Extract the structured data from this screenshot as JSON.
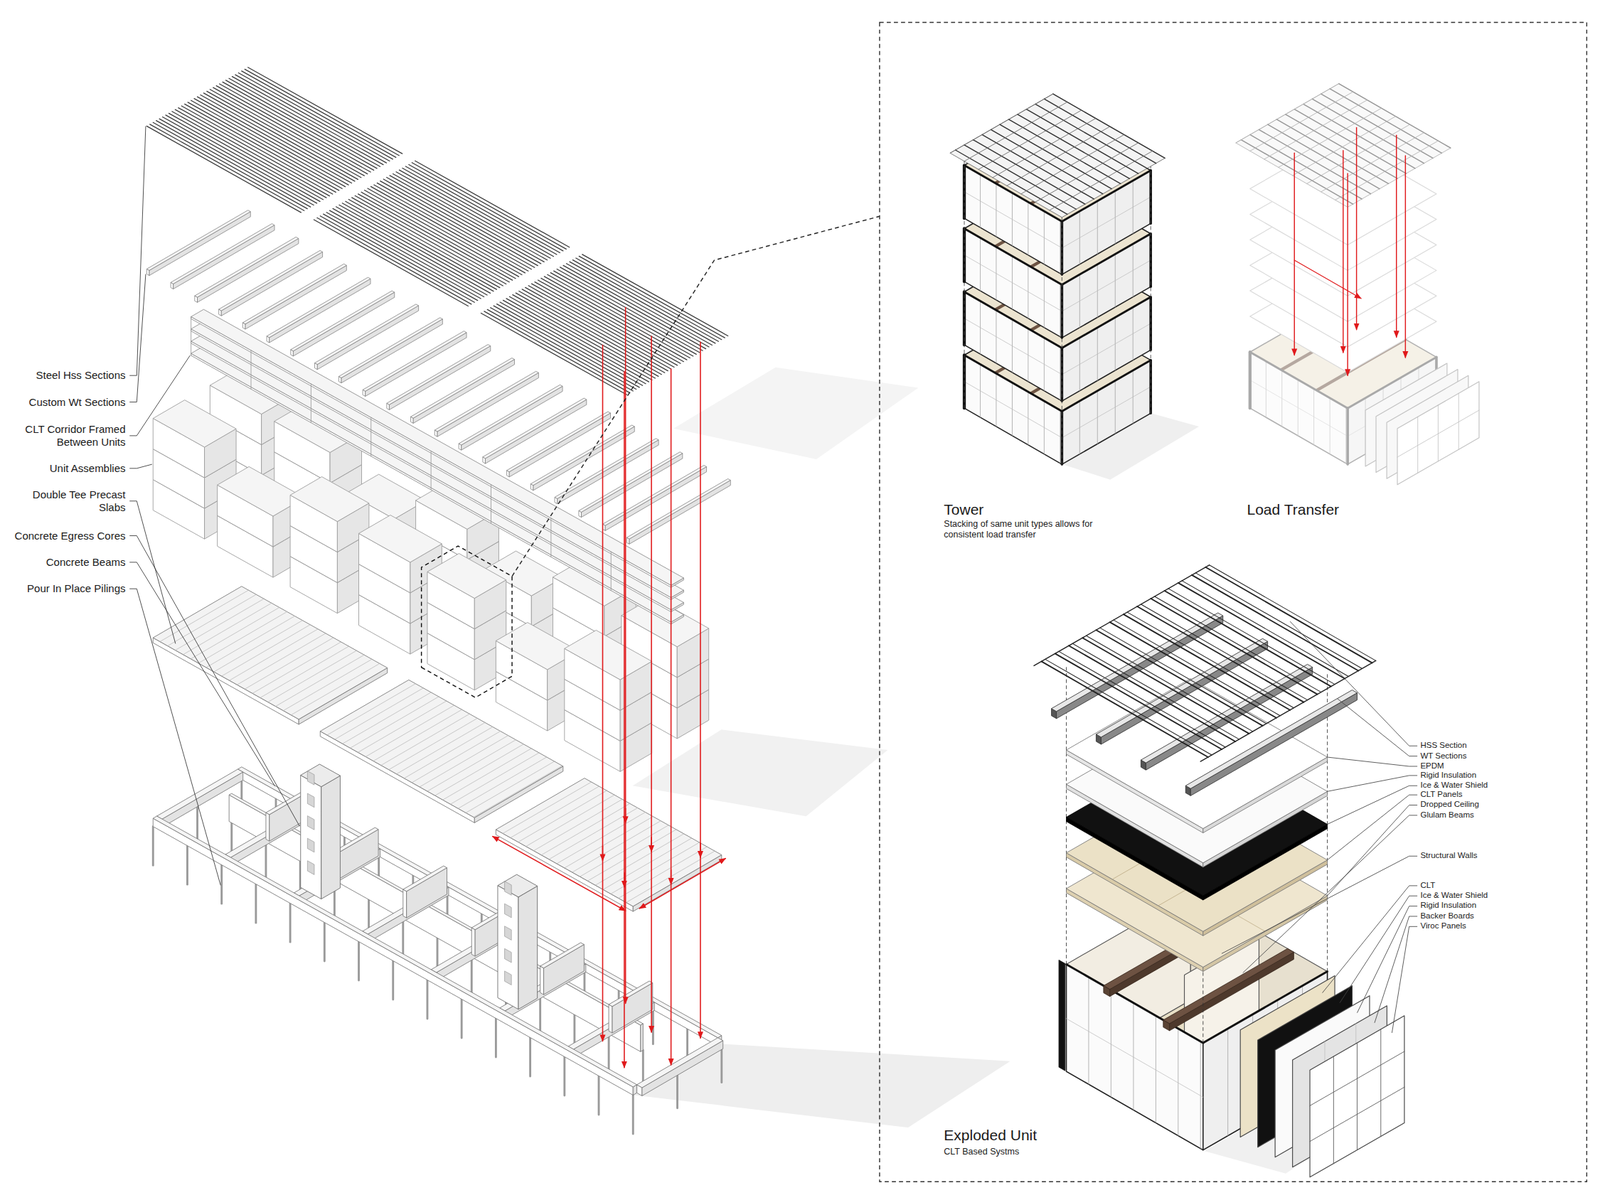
{
  "diagram": {
    "labels": [
      "Steel Hss Sections",
      "Custom Wt Sections",
      "CLT Corridor Framed Between Units",
      "Unit Assemblies",
      "Double Tee Precast Slabs",
      "Concrete Egress Cores",
      "Concrete Beams",
      "Pour In Place Pilings",
      "Tower",
      "Stacking of same unit types allows for consistent load transfer",
      "Load Transfer",
      "HSS Section",
      "WT Sections",
      "EPDM",
      "Rigid Insulation",
      "Ice & Water Shield",
      "CLT Panels",
      "Dropped Ceiling",
      "Glulam Beams",
      "Structural Walls",
      "CLT",
      "Ice & Water Shield",
      "Rigid Insulation",
      "Backer Boards",
      "Viroc Panels",
      "Exploded Unit",
      "CLT Based Systms"
    ]
  }
}
